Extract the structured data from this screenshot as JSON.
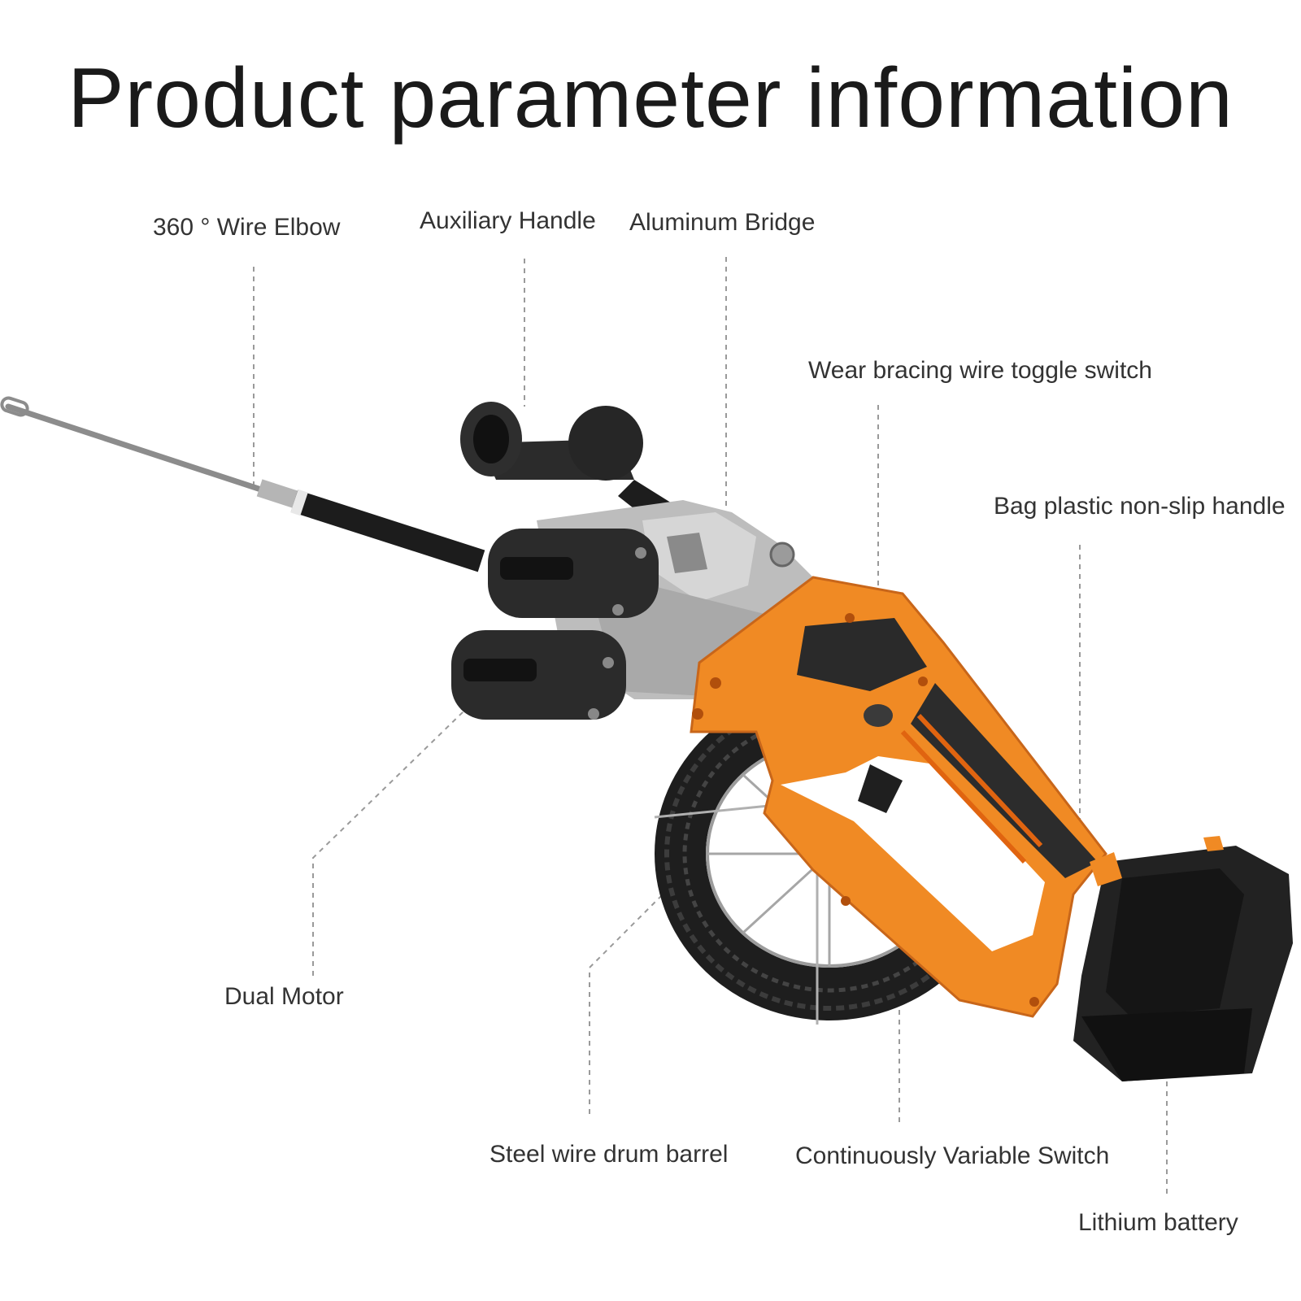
{
  "title": "Product parameter information",
  "colors": {
    "body_orange": "#f08a24",
    "motor_black": "#2a2a2a",
    "aluminum": "#b8b8b8",
    "label_text": "#333333",
    "leader_line": "#9a9a9a"
  },
  "callouts": {
    "wire_elbow": "360 ° Wire Elbow",
    "auxiliary_handle": "Auxiliary Handle",
    "aluminum_bridge": "Aluminum Bridge",
    "toggle_switch": "Wear bracing wire toggle switch",
    "nonslip_handle": "Bag plastic non-slip handle",
    "dual_motor": "Dual Motor",
    "drum_barrel": "Steel wire drum barrel",
    "variable_switch": "Continuously Variable Switch",
    "lithium_battery": "Lithium battery"
  }
}
